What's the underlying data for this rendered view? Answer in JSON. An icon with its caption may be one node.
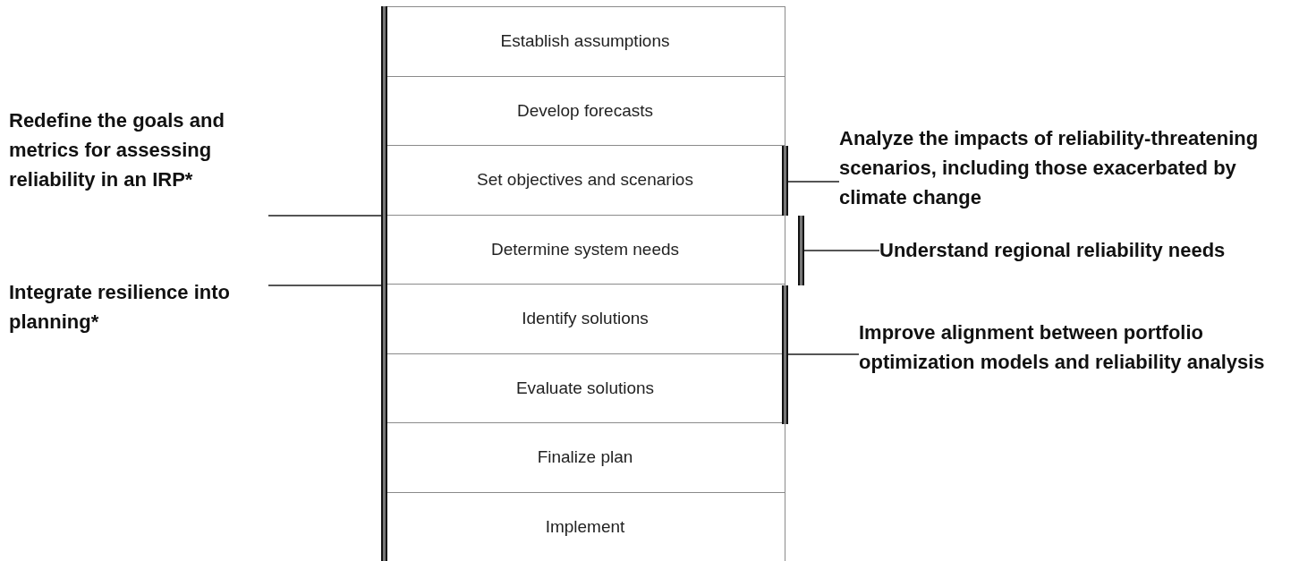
{
  "diagram": {
    "nodes": [
      {
        "text": [
          "Establish assumptions"
        ]
      },
      {
        "text": [
          "Develop forecasts"
        ]
      },
      {
        "text": [
          "Set objectives and scenarios"
        ]
      },
      {
        "text": [
          "Determine system needs"
        ]
      },
      {
        "text": [
          "Identify solutions"
        ]
      },
      {
        "text": [
          "Evaluate solutions"
        ]
      },
      {
        "text": [
          "Finalize plan"
        ]
      },
      {
        "text": [
          "Implement"
        ]
      },
      {
        "text": [],
        "shape": "bar"
      },
      {
        "text": [
          "Redefine the goals and metrics for assessing reliability in an IRP*"
        ]
      },
      {
        "text": [
          "Integrate resilience into planning*"
        ]
      },
      {
        "text": [],
        "shape": "bar"
      },
      {
        "text": [],
        "shape": "bar"
      },
      {
        "text": [],
        "shape": "bar"
      },
      {
        "text": [
          "Analyze the impacts of reliability-threatening scenarios, including those exacerbated by climate change"
        ]
      },
      {
        "text": [
          "Understand regional reliability needs"
        ]
      },
      {
        "text": [
          "Improve alignment between portfolio optimization models and reliability analysis"
        ]
      }
    ],
    "edges": [
      {
        "from": 9,
        "to": 8,
        "arrow": "none"
      },
      {
        "from": 10,
        "to": 8,
        "arrow": "none"
      },
      {
        "from": 14,
        "to": 11,
        "arrow": "none"
      },
      {
        "from": 15,
        "to": 12,
        "arrow": "none"
      },
      {
        "from": 16,
        "to": 13,
        "arrow": "none"
      }
    ]
  }
}
